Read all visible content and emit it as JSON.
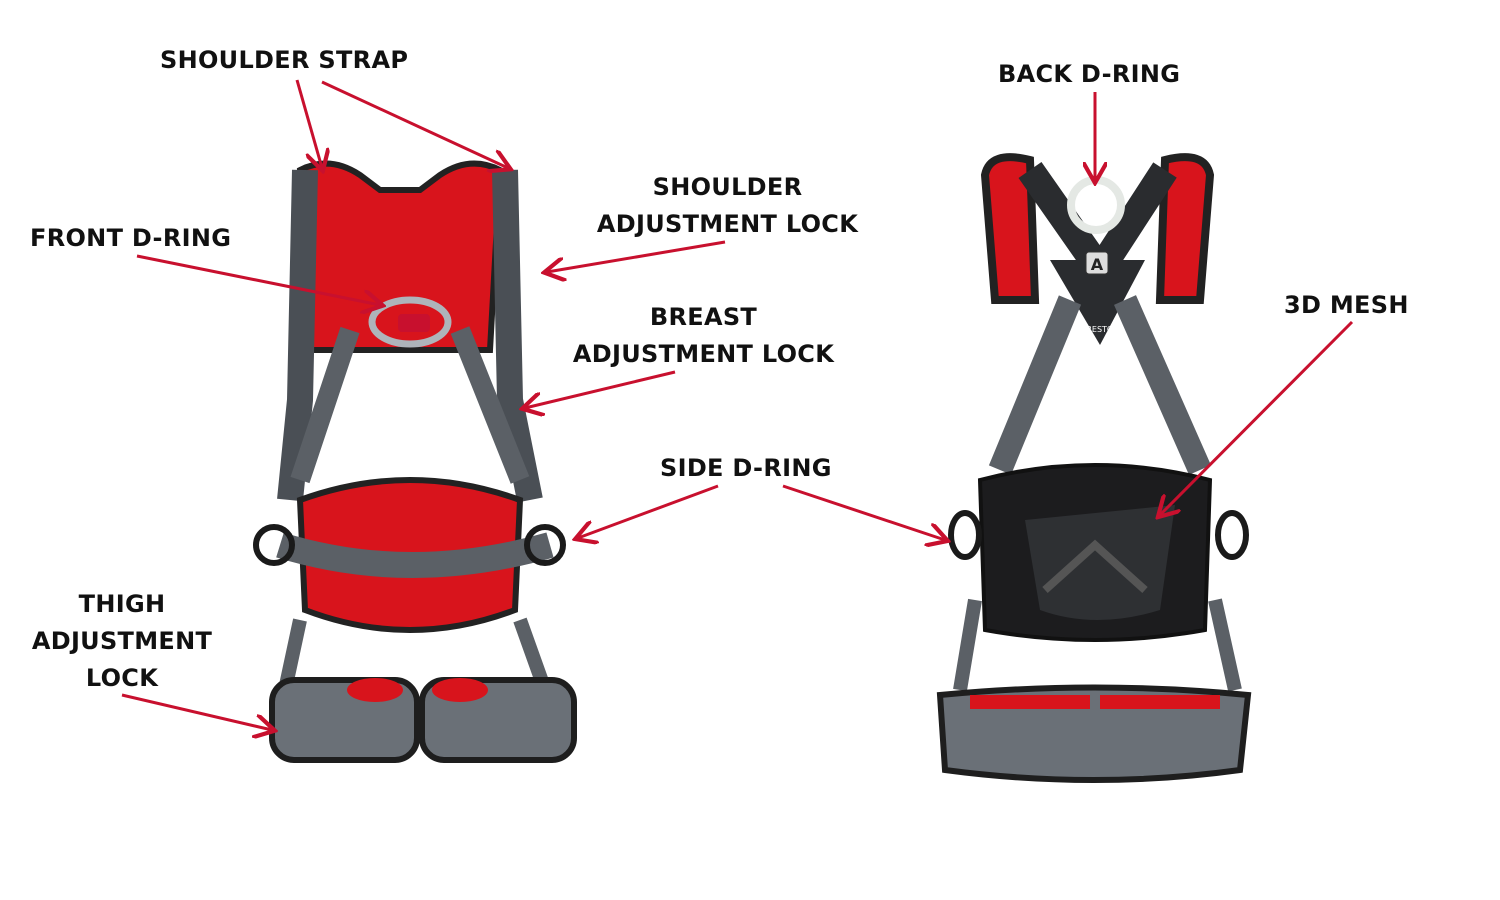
{
  "colors": {
    "arrow": "#c8102e",
    "pad_red": "#d8141c",
    "strap_gray": "#5b6066",
    "strap_dark": "#2a2c2f",
    "text": "#111111"
  },
  "labels": {
    "shoulder_strap": "SHOULDER STRAP",
    "front_d_ring": "FRONT D-RING",
    "shoulder_adjustment_lock": [
      "SHOULDER",
      "ADJUSTMENT LOCK"
    ],
    "breast_adjustment_lock": [
      "BREAST",
      "ADJUSTMENT LOCK"
    ],
    "side_d_ring": "SIDE D-RING",
    "thigh_adjustment_lock": [
      "THIGH",
      "ADJUSTMENT",
      "LOCK"
    ],
    "back_d_ring": "BACK D-RING",
    "mesh_3d": "3D MESH"
  },
  "product": {
    "brand_logo": "CRESTO",
    "back_badge": "A"
  }
}
